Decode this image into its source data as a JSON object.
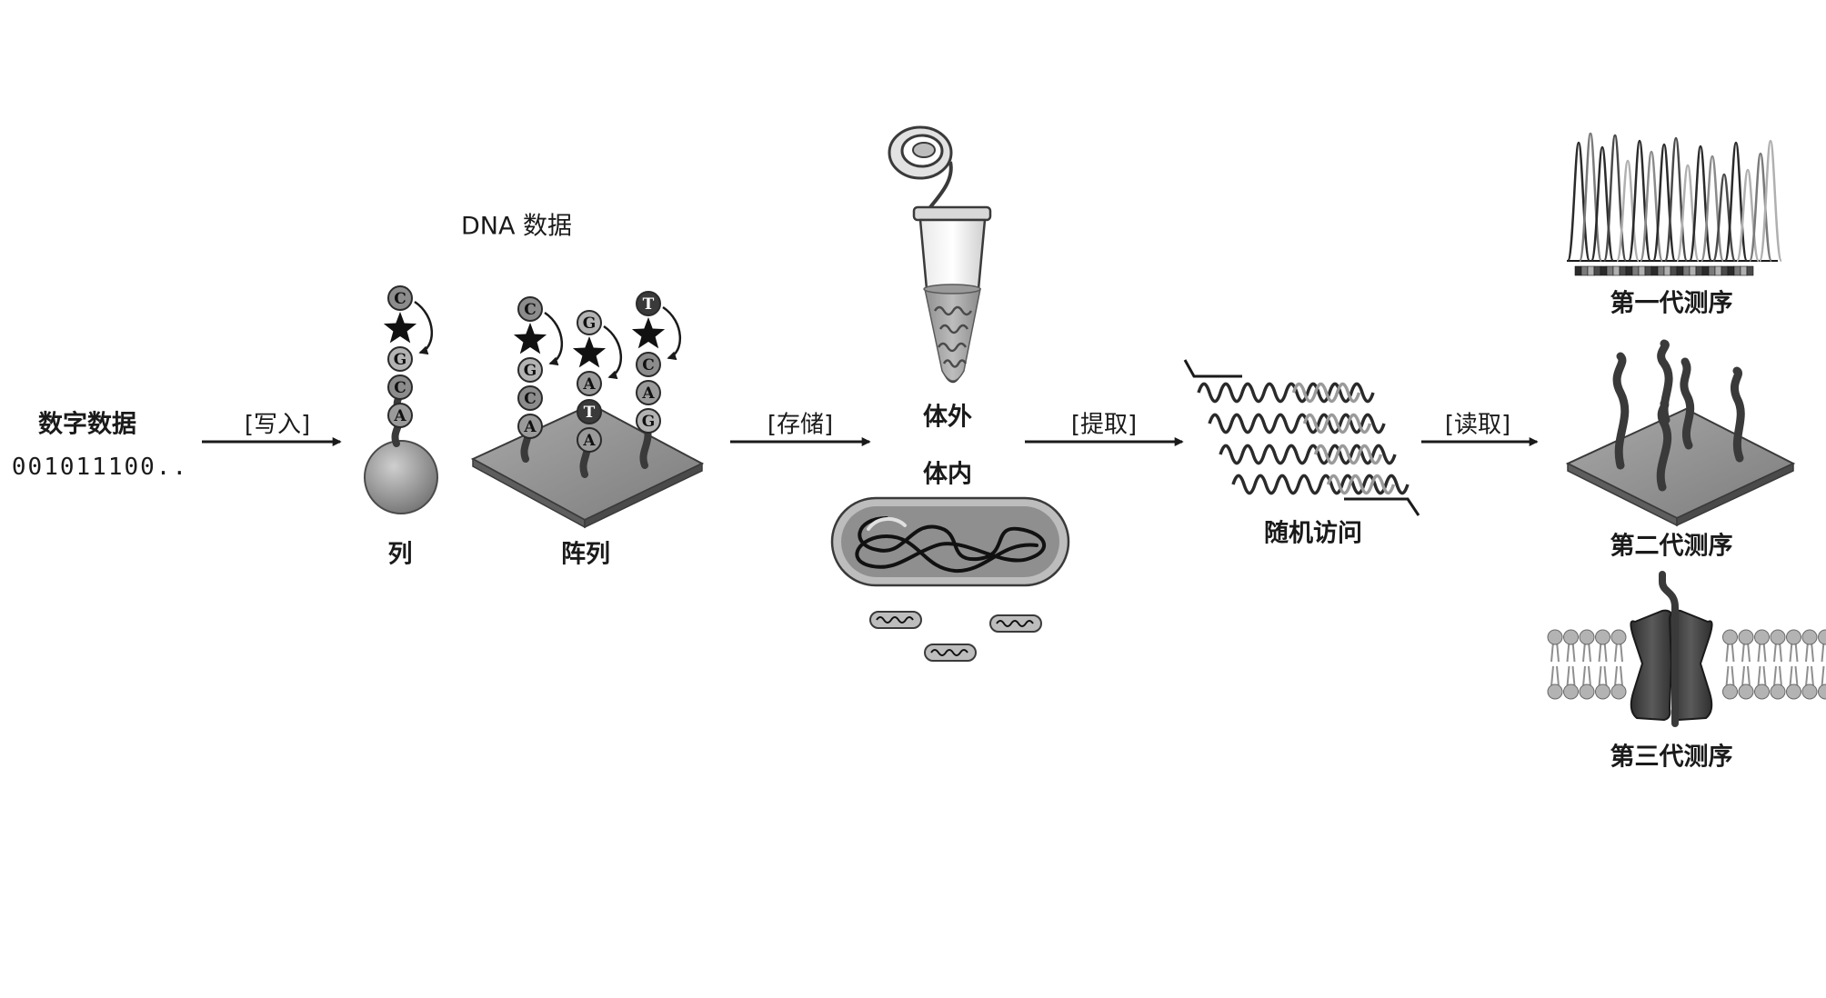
{
  "colors": {
    "dark": "#3a3a3a",
    "mid": "#8f8f8f",
    "light": "#cfcfcf",
    "line": "#1a1a1a",
    "background": "#ffffff"
  },
  "input": {
    "title": "数字数据",
    "bits": "001011100.."
  },
  "steps": {
    "write": "[写入]",
    "store": "[存储]",
    "extract": "[提取]",
    "read": "[读取]"
  },
  "synthesis": {
    "header": "DNA 数据",
    "column_label": "列",
    "array_label": "阵列",
    "column_strand": [
      "C",
      "G",
      "C",
      "A"
    ],
    "array_strands": [
      [
        "C",
        "G",
        "C",
        "A"
      ],
      [
        "G",
        "A",
        "T",
        "A"
      ],
      [
        "T",
        "C",
        "A",
        "G"
      ]
    ]
  },
  "storage": {
    "in_vitro": "体外",
    "in_vivo": "体内"
  },
  "access": {
    "label": "随机访问"
  },
  "sequencing": {
    "first_gen": "第一代测序",
    "second_gen": "第二代测序",
    "third_gen": "第三代测序"
  },
  "icons": [
    "arrow-right-icon",
    "bead-icon",
    "array-chip-icon",
    "tube-icon",
    "cell-icon",
    "plasmid-icon",
    "wave-icon",
    "chromatogram-icon",
    "nanopore-icon",
    "star-icon"
  ]
}
